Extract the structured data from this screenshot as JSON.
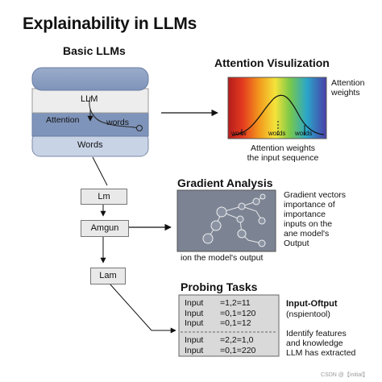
{
  "title": "Explainability in LLMs",
  "basic_llms": {
    "heading": "Basic LLMs",
    "llm_label": "LLM",
    "attention_label": "Attention",
    "words_inner_label": "words",
    "words_label": "Words"
  },
  "attention": {
    "heading": "Attention Visulization",
    "side_label_1": "Attention",
    "side_label_2": "weights",
    "tick_1": "worw",
    "tick_2": "words",
    "tick_3": "words",
    "caption_1": "Attention weights",
    "caption_2": "the input sequence"
  },
  "flow": {
    "box_1": "Lm",
    "box_2": "Amgun",
    "box_3": "Lam"
  },
  "gradient": {
    "heading": "Gradient Analysis",
    "side_lines": [
      "Gradient vectors",
      "importance of",
      "importance",
      "inputs on the",
      "ane model's",
      "Output"
    ],
    "caption": "ion the model's output"
  },
  "probing": {
    "heading": "Probing Tasks",
    "rows_top": [
      {
        "label": "Input",
        "value": "=1,2=11"
      },
      {
        "label": "Input",
        "value": "=0,1=120"
      },
      {
        "label": "Input",
        "value": "=0,1=12"
      }
    ],
    "rows_bottom": [
      {
        "label": "Input",
        "value": "=2,2=1,0"
      },
      {
        "label": "Input",
        "value": "=0,1=220"
      }
    ],
    "side_title": "Input-Oftput",
    "side_sub": "(nspientool)",
    "side_lines": [
      "Identify features",
      "and knowledge",
      "LLM has extracted"
    ]
  },
  "watermark": "CSDN @【initial】",
  "colors": {
    "stack_blue": "#8fa3c6",
    "stack_light": "#c6d2e6",
    "panel_grey": "#7d8594"
  }
}
